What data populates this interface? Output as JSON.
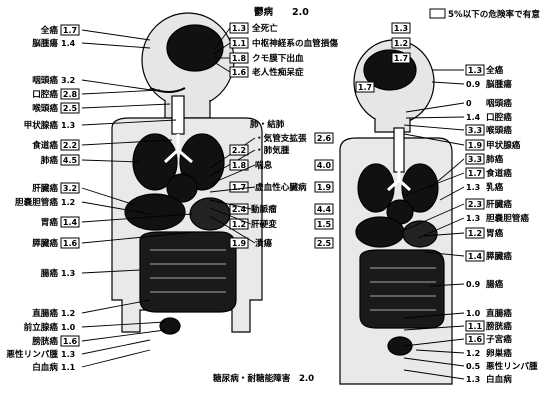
{
  "legend": {
    "text": "5%以下の危険率で有意"
  },
  "top_center": {
    "heading": "鬱病",
    "heading_value": "2.0",
    "items": [
      {
        "value": "1.3",
        "label": "全死亡",
        "value2": "1.3"
      },
      {
        "value": "1.1",
        "label": "中枢神経系の血管損傷",
        "value2": "1.2"
      },
      {
        "value": "1.8",
        "label": "クモ膜下出血",
        "value2": "1.7"
      },
      {
        "value": "1.6",
        "label": "老人性痴呆症",
        "value2": ""
      }
    ]
  },
  "male": {
    "left_labels": [
      {
        "label": "全癌",
        "value": "1.7",
        "boxed": true
      },
      {
        "label": "脳腫瘍",
        "value": "1.4",
        "boxed": false
      },
      {
        "label": "咽頭癌",
        "value": "3.2",
        "boxed": false
      },
      {
        "label": "口腔癌",
        "value": "2.8",
        "boxed": true
      },
      {
        "label": "喉頭癌",
        "value": "2.5",
        "boxed": true
      },
      {
        "label": "甲状腺癌",
        "value": "1.3",
        "boxed": false
      },
      {
        "label": "食道癌",
        "value": "2.2",
        "boxed": true
      },
      {
        "label": "肺癌",
        "value": "4.5",
        "boxed": true
      },
      {
        "label": "肝臓癌",
        "value": "3.2",
        "boxed": true
      },
      {
        "label": "胆嚢胆管癌",
        "value": "1.2",
        "boxed": false
      },
      {
        "label": "胃癌",
        "value": "1.4",
        "boxed": true
      },
      {
        "label": "膵臓癌",
        "value": "1.6",
        "boxed": true
      },
      {
        "label": "腸癌",
        "value": "1.3",
        "boxed": false
      },
      {
        "label": "直腸癌",
        "value": "1.2",
        "boxed": false
      },
      {
        "label": "前立腺癌",
        "value": "1.0",
        "boxed": false
      },
      {
        "label": "膀胱癌",
        "value": "1.6",
        "boxed": true
      },
      {
        "label": "悪性リンパ腫",
        "value": "1.3",
        "boxed": false
      },
      {
        "label": "白血病",
        "value": "1.1",
        "boxed": false
      }
    ]
  },
  "center": {
    "items": [
      {
        "label": "肺・結肺",
        "v_male": "",
        "v_female": ""
      },
      {
        "label": "・気管支拡張",
        "v_male": "",
        "v_female": "2.6"
      },
      {
        "label": "・肺気腫",
        "v_male": "2.2",
        "v_female": ""
      },
      {
        "label": "喘息",
        "v_male": "1.8",
        "v_female": "4.0"
      },
      {
        "label": "虚血性心臓病",
        "v_male": "1.7",
        "v_female": "1.9"
      },
      {
        "label": "動脈瘤",
        "v_male": "2.4",
        "v_female": "4.4"
      },
      {
        "label": "肝硬変",
        "v_male": "1.2",
        "v_female": "1.5"
      },
      {
        "label": "潰瘍",
        "v_male": "1.9",
        "v_female": "2.5"
      }
    ],
    "bottom": "糖尿病・耐糖能障害　2.0"
  },
  "female": {
    "right_labels": [
      {
        "value": "1.3",
        "label": "全癌",
        "boxed": true
      },
      {
        "value": "0.9",
        "label": "脳腫瘍",
        "boxed": false
      },
      {
        "value": "0",
        "label": "咽頭癌",
        "boxed": false
      },
      {
        "value": "1.4",
        "label": "口腔癌",
        "boxed": false
      },
      {
        "value": "3.3",
        "label": "喉頭癌",
        "boxed": true
      },
      {
        "value": "1.9",
        "label": "甲状腺癌",
        "boxed": true
      },
      {
        "value": "3.3",
        "label": "肺癌",
        "boxed": true
      },
      {
        "value": "1.7",
        "label": "食道癌",
        "boxed": true
      },
      {
        "value": "1.3",
        "label": "乳癌",
        "boxed": false
      },
      {
        "value": "2.3",
        "label": "肝臓癌",
        "boxed": true
      },
      {
        "value": "1.3",
        "label": "胆嚢胆管癌",
        "boxed": false
      },
      {
        "value": "1.2",
        "label": "胃癌",
        "boxed": true
      },
      {
        "value": "1.4",
        "label": "膵臓癌",
        "boxed": true
      },
      {
        "value": "0.9",
        "label": "腸癌",
        "boxed": false
      },
      {
        "value": "1.0",
        "label": "直腸癌",
        "boxed": false
      },
      {
        "value": "1.1",
        "label": "膀胱癌",
        "boxed": true
      },
      {
        "value": "1.6",
        "label": "子宮癌",
        "boxed": true
      },
      {
        "value": "1.2",
        "label": "卵巣癌",
        "boxed": false
      },
      {
        "value": "0.5",
        "label": "悪性リンパ腫",
        "boxed": false
      },
      {
        "value": "1.3",
        "label": "白血病",
        "boxed": false
      }
    ],
    "head_value": "1.7"
  }
}
